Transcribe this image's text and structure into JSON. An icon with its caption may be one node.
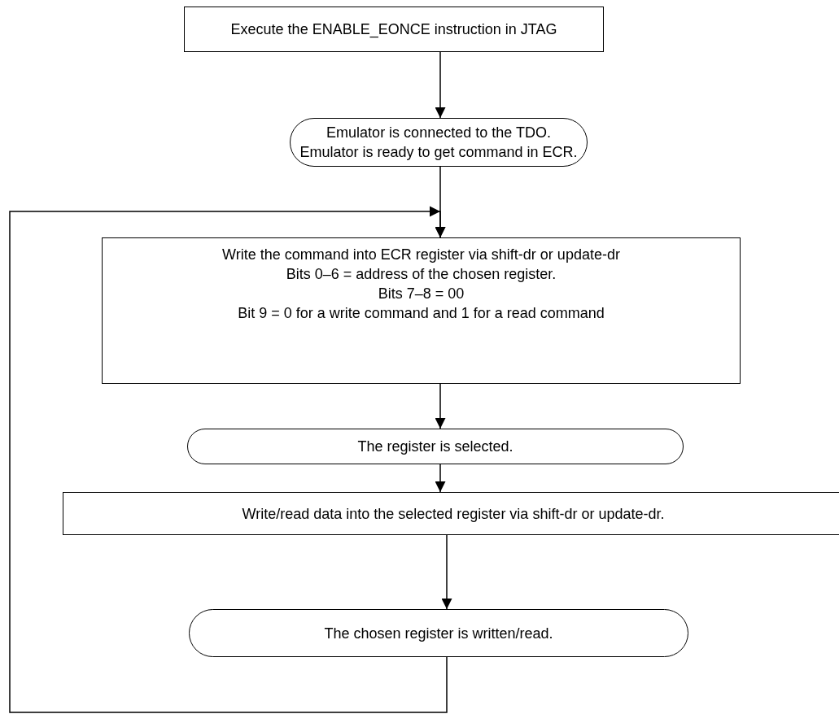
{
  "diagram": {
    "nodes": [
      {
        "text": [
          "Execute the ENABLE_EONCE instruction in JTAG"
        ]
      },
      {
        "text": [
          "Emulator is connected to the TDO.",
          "Emulator is ready to get command in ECR."
        ]
      },
      {
        "text": [
          "Write the command into ECR register via shift-dr or update-dr",
          "Bits 0–6 = address of the chosen register.",
          "Bits 7–8 = 00",
          "Bit 9 = 0 for a write command and 1 for a read command"
        ]
      },
      {
        "text": [
          "The register is selected."
        ]
      },
      {
        "text": [
          "Write/read data into the selected register via shift-dr or update-dr."
        ]
      },
      {
        "text": [
          "The chosen register is written/read."
        ]
      }
    ],
    "edges": [
      {
        "from": 0,
        "to": 1,
        "arrow": "to"
      },
      {
        "from": 1,
        "to": 2,
        "arrow": "to"
      },
      {
        "from": 2,
        "to": 3,
        "arrow": "to"
      },
      {
        "from": 3,
        "to": 4,
        "arrow": "to"
      },
      {
        "from": 4,
        "to": 5,
        "arrow": "to"
      },
      {
        "from": 5,
        "to": 2,
        "arrow": "to"
      }
    ]
  }
}
